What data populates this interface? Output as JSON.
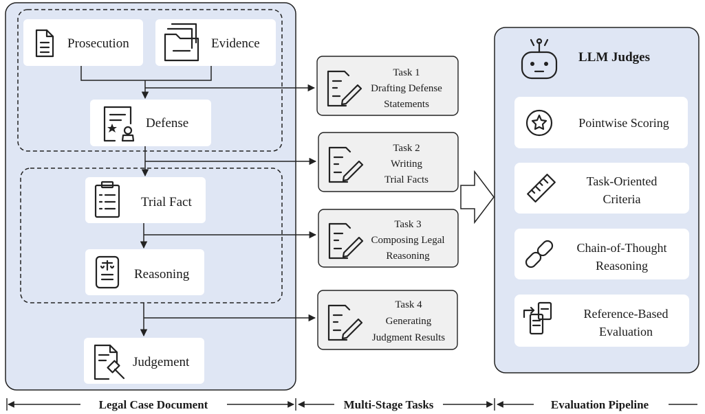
{
  "legal_case": {
    "prosecution": "Prosecution",
    "evidence": "Evidence",
    "defense": "Defense",
    "trial_fact": "Trial Fact",
    "reasoning": "Reasoning",
    "judgement": "Judgement"
  },
  "tasks": [
    {
      "number": "Task 1",
      "line1": "Drafting Defense",
      "line2": "Statements"
    },
    {
      "number": "Task 2",
      "line1": "Writing",
      "line2": "Trial Facts"
    },
    {
      "number": "Task 3",
      "line1": "Composing Legal",
      "line2": "Reasoning"
    },
    {
      "number": "Task 4",
      "line1": "Generating",
      "line2": "Judgment Results"
    }
  ],
  "judges": {
    "title": "LLM Judges",
    "items": [
      {
        "line1": "Pointwise Scoring",
        "line2": ""
      },
      {
        "line1": "Task-Oriented",
        "line2": "Criteria"
      },
      {
        "line1": "Chain-of-Thought",
        "line2": "Reasoning"
      },
      {
        "line1": "Reference-Based",
        "line2": "Evaluation"
      }
    ]
  },
  "footer": {
    "legal_case_document": "Legal Case Document",
    "multi_stage_tasks": "Multi-Stage Tasks",
    "evaluation_pipeline": "Evaluation Pipeline"
  },
  "colors": {
    "panel_fill": "#dfe6f4",
    "task_fill": "#f0f0f0",
    "box_fill": "#ffffff",
    "stroke": "#222222"
  }
}
